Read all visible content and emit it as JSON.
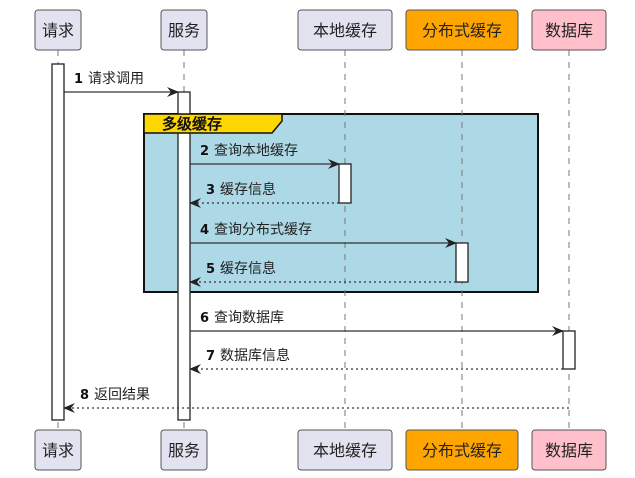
{
  "participants": [
    {
      "id": "client",
      "label": "请求",
      "color": "#e3e2f0"
    },
    {
      "id": "service",
      "label": "服务",
      "color": "#e3e2f0"
    },
    {
      "id": "local_cache",
      "label": "本地缓存",
      "color": "#e3e2f0"
    },
    {
      "id": "dist_cache",
      "label": "分布式缓存",
      "color": "#ffa500"
    },
    {
      "id": "database",
      "label": "数据库",
      "color": "#ffc0cb"
    }
  ],
  "group": {
    "label": "多级缓存",
    "tag_color": "#ffd700",
    "bg_color": "#add8e6"
  },
  "messages": [
    {
      "num": "1",
      "text": "请求调用",
      "from": "client",
      "to": "service",
      "style": "solid"
    },
    {
      "num": "2",
      "text": "查询本地缓存",
      "from": "service",
      "to": "local_cache",
      "style": "solid"
    },
    {
      "num": "3",
      "text": "缓存信息",
      "from": "local_cache",
      "to": "service",
      "style": "dotted"
    },
    {
      "num": "4",
      "text": "查询分布式缓存",
      "from": "service",
      "to": "dist_cache",
      "style": "solid"
    },
    {
      "num": "5",
      "text": "缓存信息",
      "from": "dist_cache",
      "to": "service",
      "style": "dotted"
    },
    {
      "num": "6",
      "text": "查询数据库",
      "from": "service",
      "to": "database",
      "style": "solid"
    },
    {
      "num": "7",
      "text": "数据库信息",
      "from": "database",
      "to": "service",
      "style": "dotted"
    },
    {
      "num": "8",
      "text": "返回结果",
      "from": "database",
      "to": "client",
      "style": "dotted"
    }
  ]
}
